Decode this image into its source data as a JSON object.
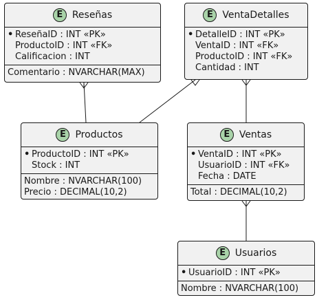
{
  "entities": {
    "resenas": {
      "name": "Reseñas",
      "keys": [
        {
          "mark": "•",
          "text": "ReseñaID : INT «PK»"
        },
        {
          "mark": "",
          "text": "ProductoID : INT «FK»"
        },
        {
          "mark": "",
          "text": "Calificacion : INT"
        }
      ],
      "attrs": [
        "Comentario : NVARCHAR(MAX)"
      ]
    },
    "ventadetalles": {
      "name": "VentaDetalles",
      "keys": [
        {
          "mark": "•",
          "text": "DetalleID : INT «PK»"
        },
        {
          "mark": "",
          "text": "VentaID : INT «FK»"
        },
        {
          "mark": "",
          "text": "ProductoID : INT «FK»"
        },
        {
          "mark": "",
          "text": "Cantidad : INT"
        }
      ],
      "attrs": []
    },
    "productos": {
      "name": "Productos",
      "keys": [
        {
          "mark": "•",
          "text": "ProductoID : INT «PK»"
        },
        {
          "mark": "",
          "text": "Stock : INT"
        }
      ],
      "attrs": [
        "Nombre : NVARCHAR(100)",
        "Precio : DECIMAL(10,2)"
      ]
    },
    "ventas": {
      "name": "Ventas",
      "keys": [
        {
          "mark": "•",
          "text": "VentaID : INT «PK»"
        },
        {
          "mark": "",
          "text": "UsuarioID : INT «FK»"
        },
        {
          "mark": "",
          "text": "Fecha : DATE"
        }
      ],
      "attrs": [
        "Total : DECIMAL(10,2)"
      ]
    },
    "usuarios": {
      "name": "Usuarios",
      "keys": [
        {
          "mark": "•",
          "text": "UsuarioID : INT «PK»"
        }
      ],
      "attrs": [
        "Nombre : NVARCHAR(100)"
      ]
    }
  },
  "badge_letter": "E",
  "colors": {
    "badge": "#a9d3a9",
    "box": "#f1f1f1",
    "line": "#181818"
  }
}
